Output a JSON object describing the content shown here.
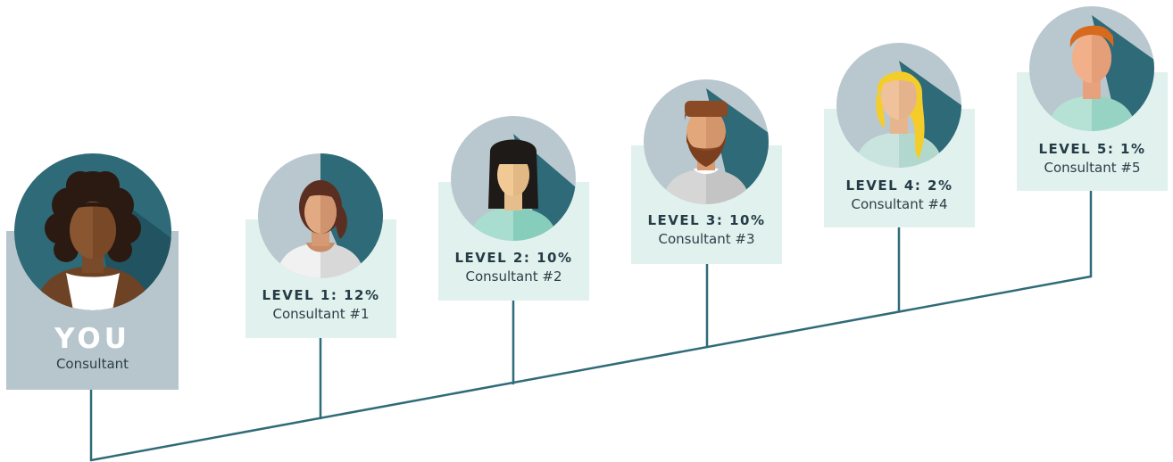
{
  "you": {
    "title": "YOU",
    "role": "Consultant"
  },
  "levels": [
    {
      "label": "LEVEL 1: 12%",
      "name": "Consultant #1"
    },
    {
      "label": "LEVEL 2: 10%",
      "name": "Consultant #2"
    },
    {
      "label": "LEVEL 3: 10%",
      "name": "Consultant #3"
    },
    {
      "label": "LEVEL 4: 2%",
      "name": "Consultant #4"
    },
    {
      "label": "LEVEL 5: 1%",
      "name": "Consultant #5"
    }
  ],
  "colors": {
    "line": "#2f6b78",
    "you_card": "#b7c6cd",
    "level_card": "#e1f1ee",
    "avatar_dark_bg": "#2e6a78",
    "avatar_light_bg": "#b9c8ce"
  }
}
